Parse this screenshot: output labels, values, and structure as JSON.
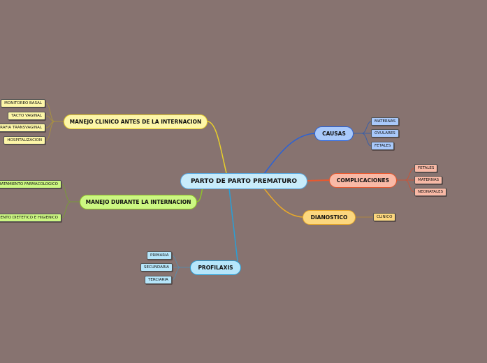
{
  "root": "PARTO DE PARTO PREMATURO",
  "branches": {
    "causas": {
      "label": "CAUSAS",
      "color": "#2b62d6",
      "children": [
        "MATERNAS",
        "OVULARES",
        "FETALES"
      ]
    },
    "complicaciones": {
      "label": "COMPLICACIONES",
      "color": "#e8582e",
      "children": [
        "FETALES",
        "MATERNAS",
        "NEONATALES"
      ]
    },
    "diagnostico": {
      "label": "DIANOSTICO",
      "color": "#e8a92a",
      "children": [
        "CLINICO"
      ]
    },
    "profilaxis": {
      "label": "PROFILAXIS",
      "color": "#2a9fd6",
      "children": [
        "PRIMARIA",
        "SECUNDARIA",
        "TERCIARIA"
      ]
    },
    "antes": {
      "label": "MANEJO CLINICO ANTES DE LA INTERNACION",
      "color": "#e8cf2a",
      "children": [
        "MONITOREO BASAL",
        "TACTO VAGINAL",
        "ECOGRAFIA TRANSVAGINAL",
        "HOSPITALIZACION"
      ]
    },
    "durante": {
      "label": "MANEJO DURANTE LA INTERNACION",
      "color": "#8fc22a",
      "children": [
        "TRATAMIENTO FARMACOLOGICO",
        "TRATAMIENTO DIETETICO E HIGIENICO"
      ]
    }
  }
}
